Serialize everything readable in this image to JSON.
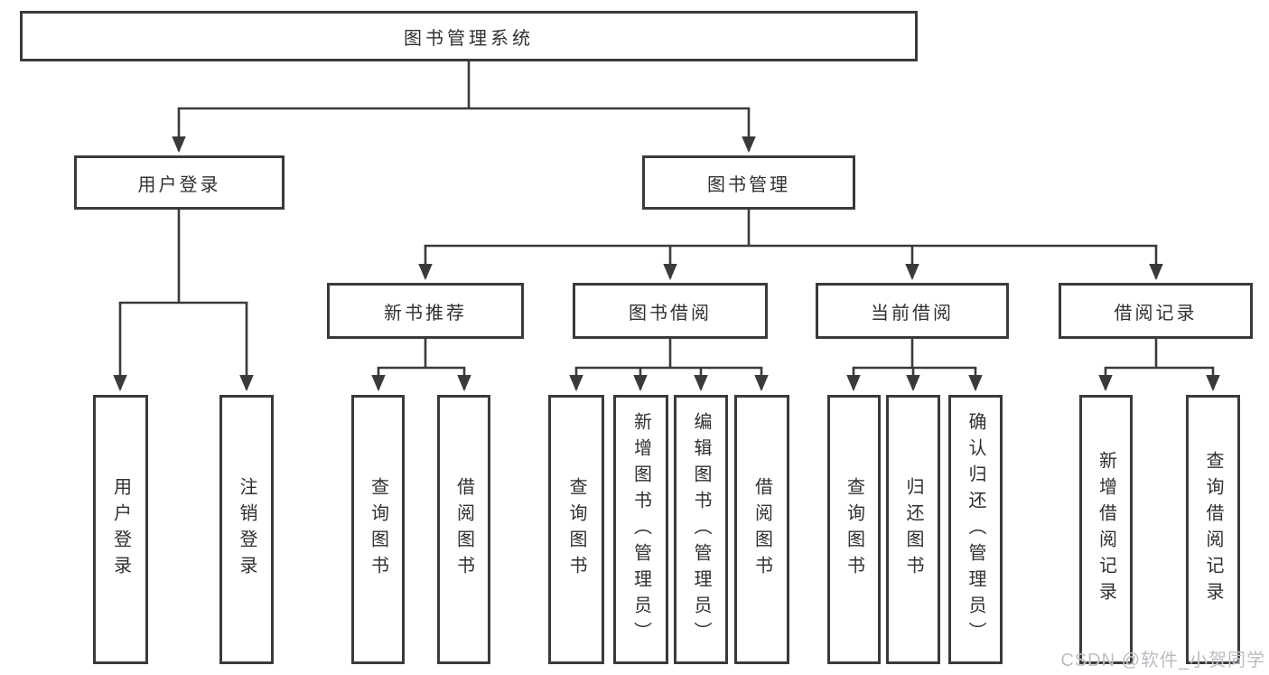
{
  "colors": {
    "line": "#3a3a3a",
    "text": "#303030",
    "background": "#ffffff",
    "watermark": "#b9bdc2"
  },
  "diagram": {
    "root": {
      "label": "图书管理系统"
    },
    "branches": [
      {
        "label": "用户登录",
        "children": [
          {
            "label": "用户登录"
          },
          {
            "label": "注销登录"
          }
        ]
      },
      {
        "label": "图书管理",
        "children": [
          {
            "label": "新书推荐",
            "children": [
              {
                "label": "查询图书"
              },
              {
                "label": "借阅图书"
              }
            ]
          },
          {
            "label": "图书借阅",
            "children": [
              {
                "label": "查询图书"
              },
              {
                "label": "新增图书（管理员）"
              },
              {
                "label": "编辑图书（管理员）"
              },
              {
                "label": "借阅图书"
              }
            ]
          },
          {
            "label": "当前借阅",
            "children": [
              {
                "label": "查询图书"
              },
              {
                "label": "归还图书"
              },
              {
                "label": "确认归还（管理员）"
              }
            ]
          },
          {
            "label": "借阅记录",
            "children": [
              {
                "label": "新增借阅记录"
              },
              {
                "label": "查询借阅记录"
              }
            ]
          }
        ]
      }
    ]
  },
  "watermark": {
    "text": "CSDN @软件_小贺同学"
  }
}
